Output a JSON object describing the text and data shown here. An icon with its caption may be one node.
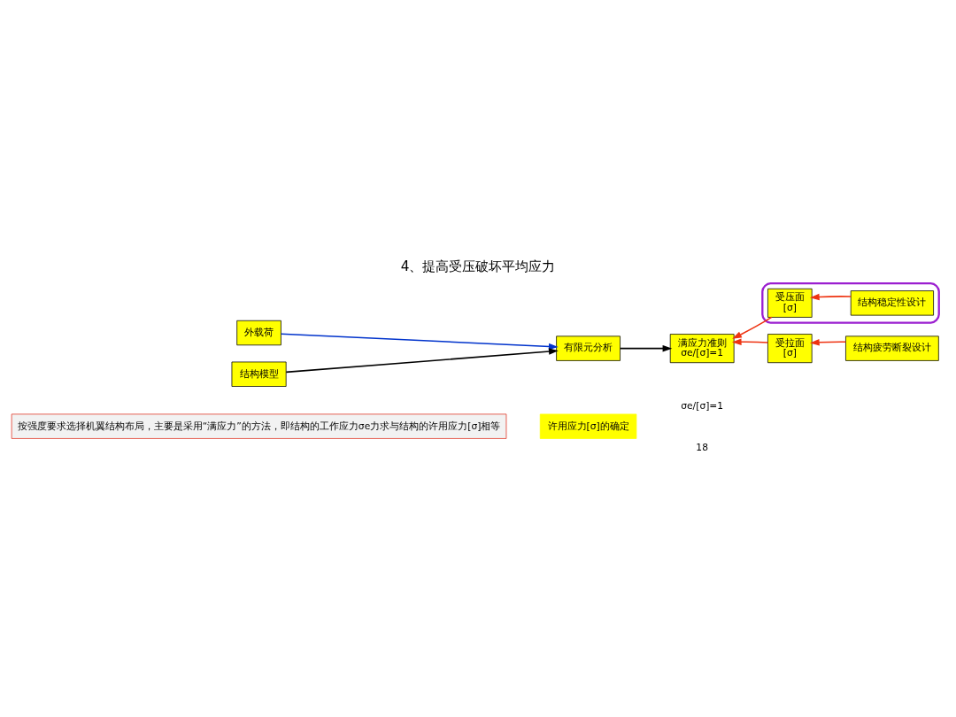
{
  "diagram": {
    "title": "4、提高受压破坏平均应力",
    "nodes": [
      {
        "text": [
          "按强度要求选择机翼结构布局，主要是采用“满应力”的方法，即结构的工作应力σe力求与结构的许用应力[σ]相等"
        ]
      },
      {
        "text": [
          "许用应力[σ]的确定"
        ]
      },
      {
        "text": [
          "外载荷"
        ]
      },
      {
        "text": [
          "结构疲劳断裂设计"
        ]
      },
      {
        "text": [
          "受拉面",
          "[σ]"
        ]
      },
      {
        "text": [
          "满应力准则",
          "σe/[σ]=1"
        ]
      },
      {
        "text": [
          "有限元分析"
        ]
      },
      {
        "text": [],
        "shape": "ellipse"
      },
      {
        "text": [
          "受压面",
          "[σ]"
        ],
        "in": 7
      },
      {
        "text": [
          "结构模型"
        ]
      },
      {
        "text": [
          "结构稳定性设计"
        ],
        "in": 7
      }
    ],
    "edges": [
      {
        "from": 2,
        "to": 6,
        "arrow": "to",
        "color": "#0033cc"
      },
      {
        "from": 9,
        "to": 6,
        "arrow": "to",
        "color": "#000000"
      },
      {
        "from": 6,
        "to": 5,
        "arrow": "to",
        "color": "#000000"
      },
      {
        "from": 4,
        "to": 5,
        "arrow": "to"
      },
      {
        "from": 8,
        "to": 5,
        "arrow": "to"
      },
      {
        "from": 3,
        "to": 4,
        "arrow": "to"
      },
      {
        "from": 10,
        "to": 8,
        "arrow": "to"
      }
    ],
    "labels": [
      "σe/[σ]=1",
      "18"
    ]
  }
}
